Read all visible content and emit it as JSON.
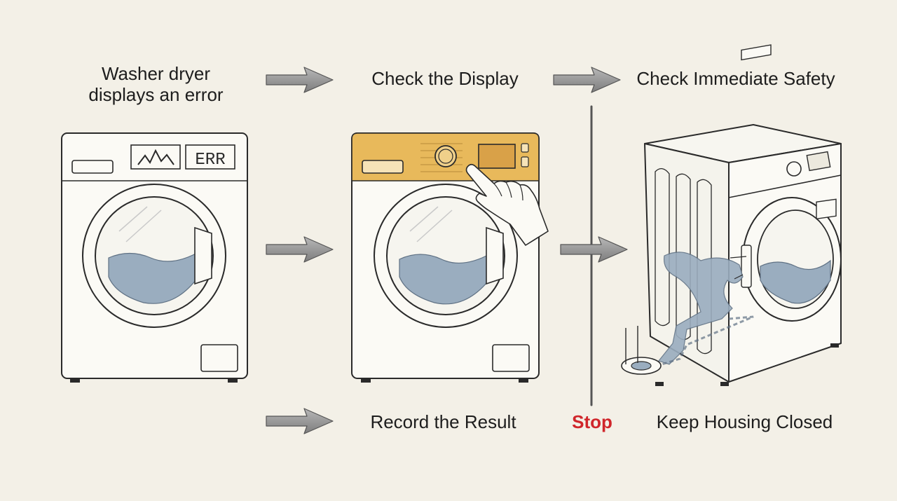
{
  "steps": {
    "start": "Washer dryer displays an error",
    "check_display": "Check the Display",
    "check_safety": "Check Immediate Safety",
    "record_result": "Record the Result",
    "stop": "Stop",
    "keep_closed": "Keep Housing Closed"
  },
  "panel": {
    "error_code": "ERR"
  },
  "colors": {
    "background": "#f3f0e7",
    "highlight_panel": "#e8b95b",
    "water": "#9aadbf",
    "stop_text": "#d0262b",
    "arrow": "#8a8a8a"
  },
  "icons": [
    "arrow-right-icon",
    "warning-wave-icon",
    "pointing-hand-icon",
    "stop-line"
  ]
}
